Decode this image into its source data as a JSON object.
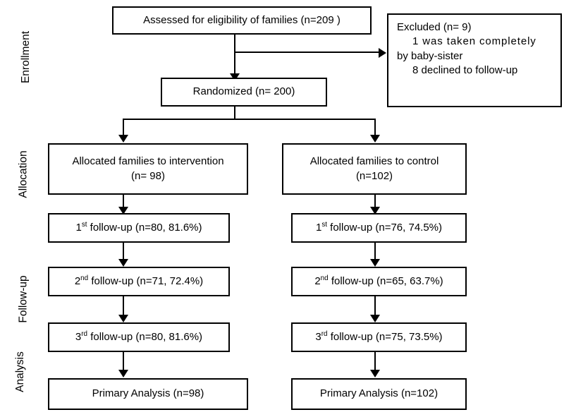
{
  "diagram": {
    "type": "consort-flow-diagram",
    "stages": [
      {
        "name": "enrollment",
        "label": "Enrollment"
      },
      {
        "name": "allocation",
        "label": "Allocation"
      },
      {
        "name": "followup",
        "label": "Follow-up"
      },
      {
        "name": "analysis",
        "label": "Analysis"
      }
    ],
    "enrollment": {
      "assessed": "Assessed for eligibility of families (n=209 )",
      "randomized": "Randomized (n= 200)",
      "excluded": {
        "title": "Excluded (n= 9)",
        "reasons": [
          "1  was  taken  completely",
          "by baby-sister",
          "8 declined to follow-up"
        ]
      }
    },
    "arms": [
      {
        "name": "intervention",
        "allocation_line1": "Allocated families to intervention",
        "allocation_line2": "(n= 98)",
        "followups": [
          {
            "ordinal": "1",
            "suffix": "st",
            "text": " follow-up (n=80, 81.6%)"
          },
          {
            "ordinal": "2",
            "suffix": "nd",
            "text": " follow-up (n=71, 72.4%)"
          },
          {
            "ordinal": "3",
            "suffix": "rd",
            "text": " follow-up (n=80, 81.6%)"
          }
        ],
        "analysis": "Primary Analysis (n=98)"
      },
      {
        "name": "control",
        "allocation_line1": "Allocated families to control",
        "allocation_line2": "(n=102)",
        "followups": [
          {
            "ordinal": "1",
            "suffix": "st",
            "text": " follow-up (n=76, 74.5%)"
          },
          {
            "ordinal": "2",
            "suffix": "nd",
            "text": " follow-up (n=65, 63.7%)"
          },
          {
            "ordinal": "3",
            "suffix": "rd",
            "text": " follow-up (n=75, 73.5%)"
          }
        ],
        "analysis": "Primary Analysis (n=102)"
      }
    ],
    "colors": {
      "stroke": "#000000",
      "background": "#ffffff",
      "text": "#000000"
    }
  }
}
